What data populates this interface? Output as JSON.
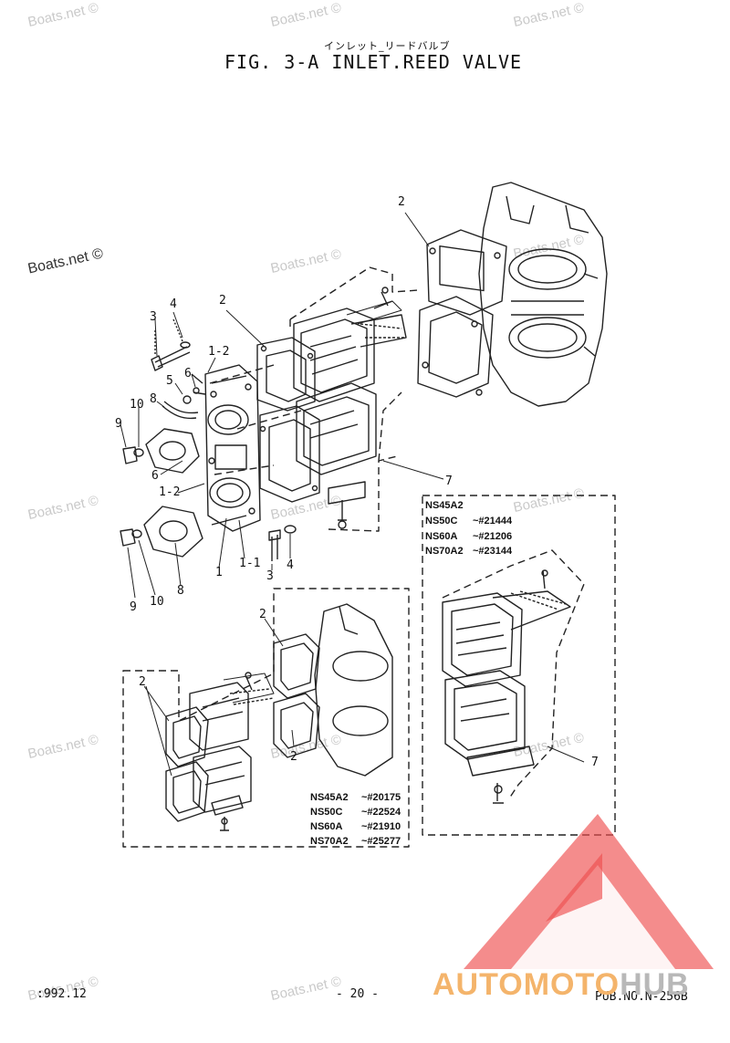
{
  "header": {
    "subtitle_jp": "インレット_リードバルブ",
    "title": "FIG.  3-A INLET.REED VALVE"
  },
  "watermarks": [
    "Boats.net ©",
    "Boats.net ©",
    "Boats.net ©",
    "Boats.net ©",
    "Boats.net ©",
    "Boats.net ©",
    "Boats.net ©",
    "Boats.net ©",
    "Boats.net ©",
    "Boats.net ©",
    "Boats.net ©",
    "Boats.net ©",
    "Boats.net ©",
    "Boats.net ©"
  ],
  "callouts": {
    "c2_top": "2",
    "c2_left": "2",
    "c4": "4",
    "c3": "3",
    "c1_2a": "1-2",
    "c5": "5",
    "c6a": "6",
    "c8a": "8",
    "c10a": "10",
    "c9a": "9",
    "c6b": "6",
    "c1_2b": "1-2",
    "c7a": "7",
    "c3b": "3",
    "c4b": "4",
    "c1": "1",
    "c1_1": "1-1",
    "c9b": "9",
    "c10b": "10",
    "c8b": "8",
    "c2_box_a": "2",
    "c2_box_b": "2",
    "c2_box_c": "2",
    "c7b": "7"
  },
  "serial_boxes": {
    "right": [
      {
        "model": "NS45A2",
        "range": ""
      },
      {
        "model": "NS50C",
        "range": "~#21444"
      },
      {
        "model": "NS60A",
        "range": "~#21206"
      },
      {
        "model": "NS70A2",
        "range": "~#23144"
      }
    ],
    "bottom": [
      {
        "model": "NS45A2",
        "range": "~#20175"
      },
      {
        "model": "NS50C",
        "range": "~#22524"
      },
      {
        "model": "NS60A",
        "range": "~#21910"
      },
      {
        "model": "NS70A2",
        "range": "~#25277"
      }
    ]
  },
  "footer": {
    "date": ":992.12",
    "page": "- 20 -",
    "pub": "PUB.NO.N-256B"
  },
  "brand": {
    "part1": "AUTOMOTO",
    "part2": "HUB",
    "color1": "#f4b46b",
    "color2": "#b8b8b8",
    "triangle_color": "#ee4e4e"
  }
}
